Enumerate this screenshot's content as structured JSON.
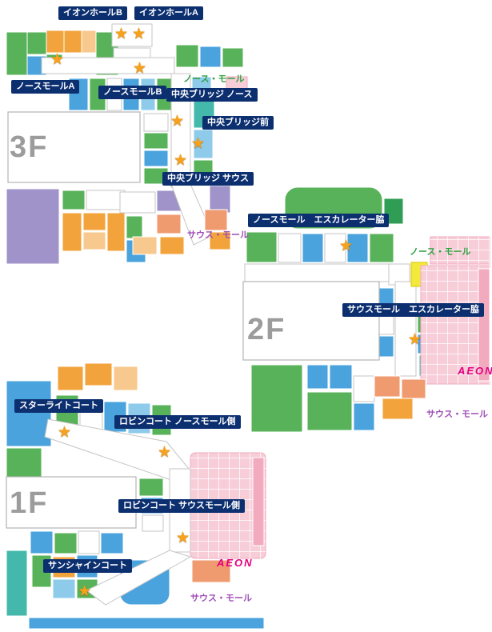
{
  "icons": {
    "star": "★"
  },
  "colors": {
    "marker_label_bg": "#0c2f70",
    "marker_label_text": "#ffffff",
    "star": "#f8a11b",
    "floor_label": "#9c9c9c",
    "north_mall_text": "#2fa042",
    "south_mall_text": "#9f4fb5",
    "aeon_logo": "#e4007f"
  },
  "floors": {
    "f3": {
      "label": "3F",
      "north_mall_text": "ノース・モール",
      "south_mall_text": "サウス・モール",
      "markers": [
        {
          "label": "イオンホールB"
        },
        {
          "label": "イオンホールA"
        },
        {
          "label": "ノースモールA"
        },
        {
          "label": "ノースモールB"
        },
        {
          "label": "中央ブリッジ ノース"
        },
        {
          "label": "中央ブリッジ前"
        },
        {
          "label": "中央ブリッジ サウス"
        }
      ]
    },
    "f2": {
      "label": "2F",
      "north_mall_text": "ノース・モール",
      "south_mall_text": "サウス・モール",
      "aeon_text": "AEON",
      "markers": [
        {
          "label": "ノースモール　エスカレーター脇"
        },
        {
          "label": "サウスモール　エスカレーター脇"
        }
      ]
    },
    "f1": {
      "label": "1F",
      "south_mall_text": "サウス・モール",
      "aeon_text": "AEON",
      "markers": [
        {
          "label": "スターライトコート"
        },
        {
          "label": "ロビンコート ノースモール側"
        },
        {
          "label": "ロビンコート サウスモール側"
        },
        {
          "label": "サンシャインコート"
        }
      ]
    }
  }
}
